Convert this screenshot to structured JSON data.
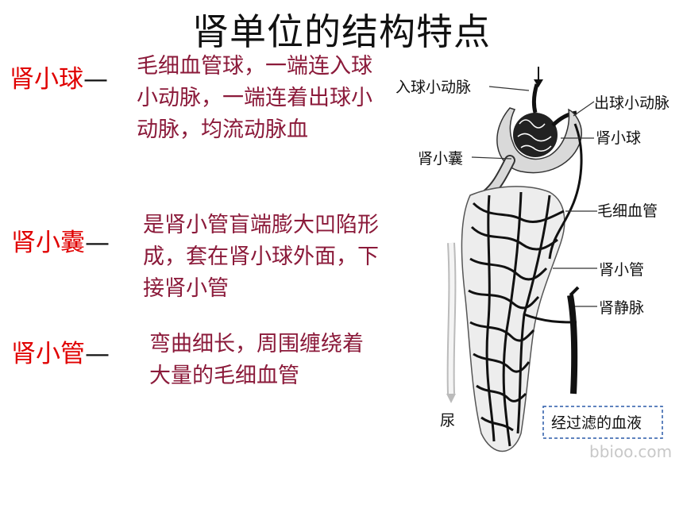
{
  "title": "肾单位的结构特点",
  "items": [
    {
      "term": "肾小球",
      "dash": "—",
      "desc": "毛细血管球，一端连入球小动脉，一端连着出球小动脉，均流动脉血"
    },
    {
      "term": "肾小囊",
      "dash": "—",
      "desc": "是肾小管盲端膨大凹陷形成，套在肾小球外面，下接肾小管"
    },
    {
      "term": "肾小管",
      "dash": "—",
      "desc": "弯曲细长，周围缠绕着大量的毛细血管"
    }
  ],
  "diagram": {
    "labels": {
      "afferent": "入球小动脉",
      "efferent": "出球小动脉",
      "glomerulus": "肾小球",
      "capsule": "肾小囊",
      "capillary": "毛细血管",
      "tubule": "肾小管",
      "vein": "肾静脉",
      "urine": "尿",
      "filtered_blood": "经过滤的血液"
    },
    "watermark": "bbioo.com"
  },
  "colors": {
    "term": "#e00000",
    "desc": "#8b1a3a",
    "title": "#111111"
  }
}
